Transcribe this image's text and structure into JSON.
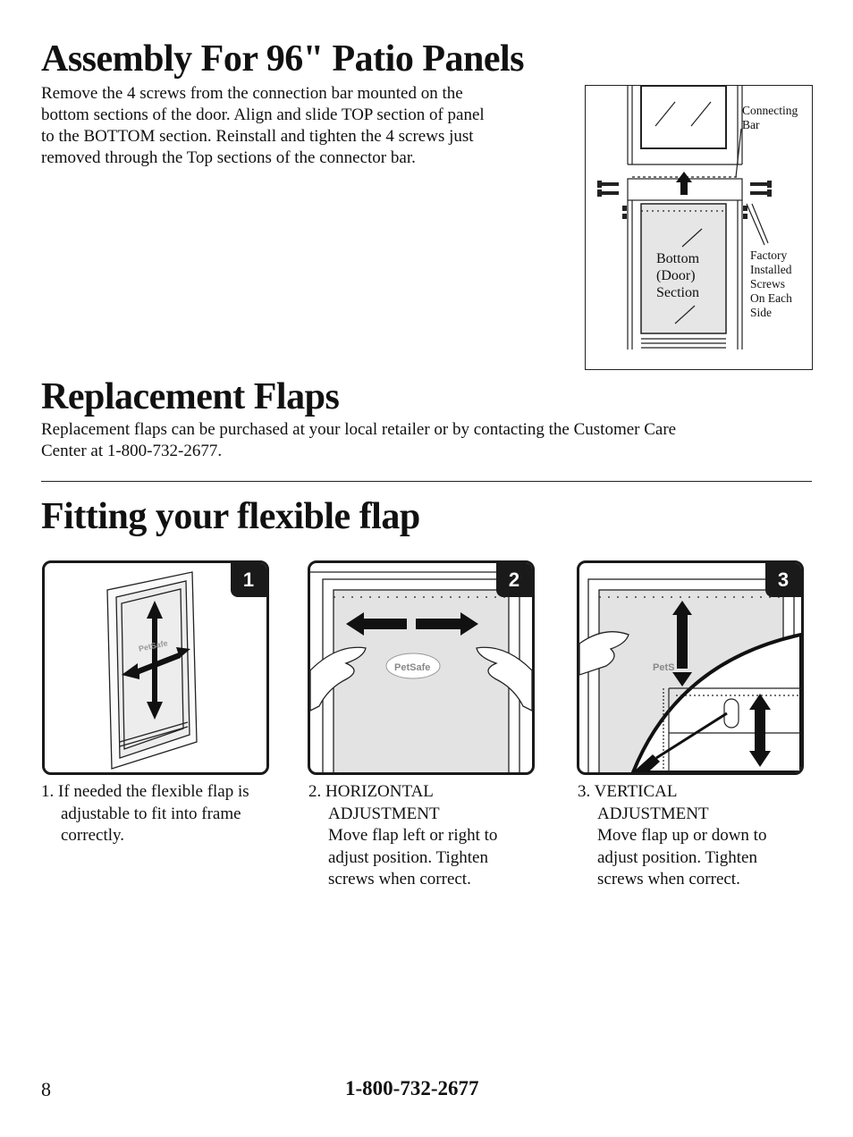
{
  "assembly": {
    "title": "Assembly For 96\" Patio Panels",
    "lines": [
      "Remove the 4 screws from the connection bar mounted on the",
      "bottom sections of the door. Align and slide TOP section of panel",
      "to the BOTTOM section. Reinstall and tighten the 4 screws just",
      "removed through the Top sections of the connector bar."
    ],
    "diagram": {
      "connecting_bar": [
        "Connecting",
        "Bar"
      ],
      "bottom_section": [
        "Bottom",
        "(Door)",
        "Section"
      ],
      "factory_screws": [
        "Factory",
        "Installed",
        "Screws",
        "On Each",
        "Side"
      ]
    }
  },
  "replacement": {
    "title": "Replacement Flaps",
    "lines": [
      "Replacement flaps can be purchased at your local retailer or by contacting the Customer Care",
      "Center at 1-800-732-2677."
    ]
  },
  "fitting": {
    "title": "Fitting your flexible flap",
    "steps": [
      {
        "badge": "1",
        "caption": [
          "1. If needed the flexible flap is",
          "adjustable to fit into frame",
          "correctly."
        ]
      },
      {
        "badge": "2",
        "logo": "PetSafe",
        "caption": [
          "2. HORIZONTAL",
          "ADJUSTMENT",
          "Move flap left or right to",
          "adjust position. Tighten",
          "screws when correct."
        ]
      },
      {
        "badge": "3",
        "logo": "PetS",
        "caption": [
          "3. VERTICAL",
          "ADJUSTMENT",
          "Move flap up or down to",
          "adjust position. Tighten",
          "screws when correct."
        ]
      }
    ]
  },
  "footer": {
    "page_number": "8",
    "phone": "1-800-732-2677"
  }
}
